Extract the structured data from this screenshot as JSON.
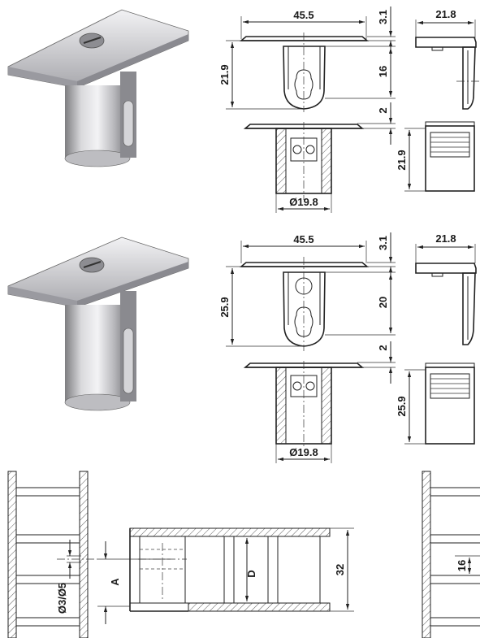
{
  "top_set": {
    "width": "45.5",
    "plate_thickness": "3.1",
    "side_width": "21.8",
    "height_left": "21.9",
    "height_right": "16",
    "gap": "2",
    "body_height": "21.9",
    "diameter": "Ø19.8"
  },
  "middle_set": {
    "width": "45.5",
    "plate_thickness": "3.1",
    "side_width": "21.8",
    "height_left": "25.9",
    "height_right": "20",
    "gap": "2",
    "body_height": "25.9",
    "diameter": "Ø19.8"
  },
  "bottom_set": {
    "hole_diameter": "Ø3/Ø5",
    "label_a": "A",
    "label_d": "D",
    "height_32": "32",
    "height_16": "16"
  }
}
